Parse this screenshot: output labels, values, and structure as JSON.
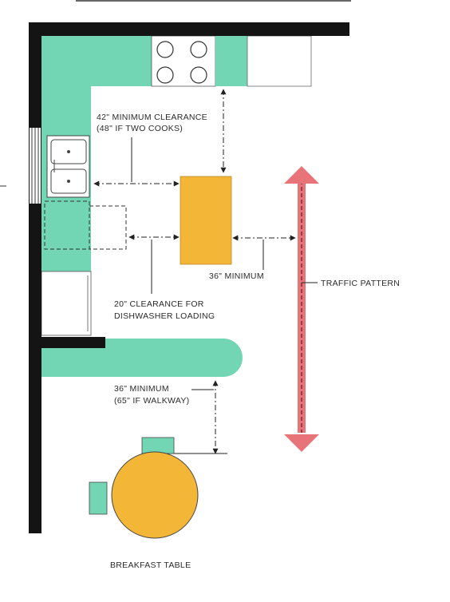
{
  "labels": {
    "clearance_cooks_line1": "42\" MINIMUM CLEARANCE",
    "clearance_cooks_line2": "(48\" IF TWO COOKS)",
    "island_minimum": "36\" MINIMUM",
    "traffic_pattern": "TRAFFIC PATTERN",
    "dishwasher_line1": "20\" CLEARANCE FOR",
    "dishwasher_line2": "DISHWASHER LOADING",
    "walkway_line1": "36\" MINIMUM",
    "walkway_line2": "(65\" IF WALKWAY)",
    "breakfast_table": "BREAKFAST TABLE"
  },
  "colors": {
    "wall": "#141414",
    "counter": "#72d6b5",
    "island": "#f3b637",
    "table": "#f3b637",
    "traffic_arrow": "#e8747a",
    "dimension_line": "#222222"
  },
  "icons": {
    "stove_burners": "stove-burner-icon",
    "sink": "double-sink-icon"
  }
}
